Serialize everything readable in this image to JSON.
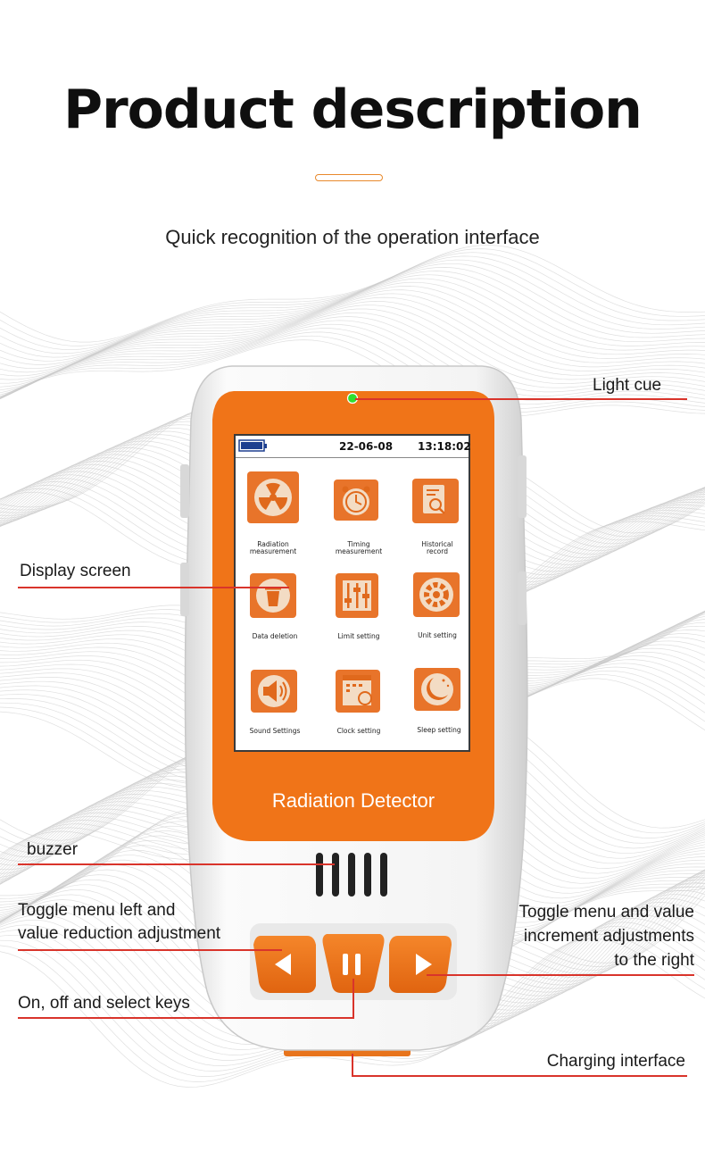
{
  "header": {
    "title": "Product description",
    "subtitle": "Quick recognition of the operation interface"
  },
  "colors": {
    "orange": "#f07418",
    "accent": "#e8892c",
    "line": "#d9342b",
    "led": "#2ee02e"
  },
  "device": {
    "screen": {
      "date": "22-06-08",
      "time": "13:18:02",
      "menu": [
        {
          "icon": "radiation-icon",
          "label1": "Radiation",
          "label2": "measurement"
        },
        {
          "icon": "alarm-clock-icon",
          "label1": "Timing",
          "label2": "measurement"
        },
        {
          "icon": "history-record-icon",
          "label1": "Historical",
          "label2": "record"
        },
        {
          "icon": "trash-icon",
          "label1": "Data deletion",
          "label2": ""
        },
        {
          "icon": "sliders-icon",
          "label1": "Limit setting",
          "label2": ""
        },
        {
          "icon": "gear-icon",
          "label1": "Unit setting",
          "label2": ""
        },
        {
          "icon": "speaker-icon",
          "label1": "Sound Settings",
          "label2": ""
        },
        {
          "icon": "calendar-clock-icon",
          "label1": "Clock setting",
          "label2": ""
        },
        {
          "icon": "moon-icon",
          "label1": "Sleep setting",
          "label2": ""
        }
      ]
    },
    "brand": "Radiation Detector"
  },
  "callouts": {
    "light_cue": "Light cue",
    "display_screen": "Display screen",
    "buzzer": "buzzer",
    "left_key_1": "Toggle menu left and",
    "left_key_2": "value reduction adjustment",
    "right_key_1": "Toggle menu and value",
    "right_key_2": "increment adjustments",
    "right_key_3": "to the right",
    "center_key": "On, off and select keys",
    "charging": "Charging interface"
  }
}
